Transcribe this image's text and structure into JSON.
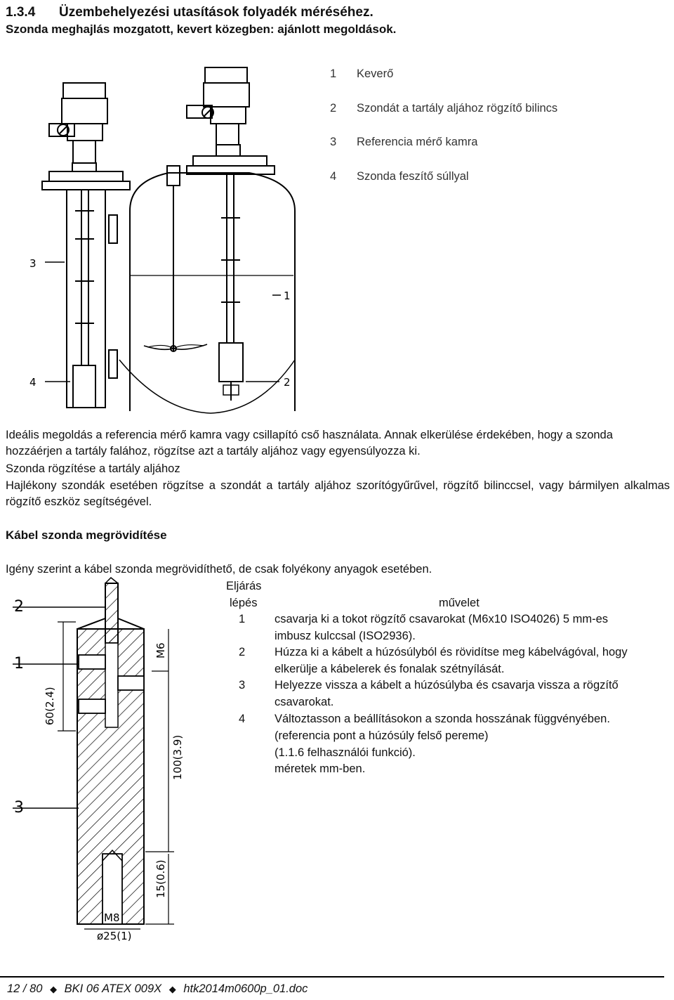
{
  "heading": {
    "number": "1.3.4",
    "title": "Üzembehelyezési utasítások folyadék méréséhez.",
    "subtitle": "Szonda meghajlás mozgatott, kevert közegben: ajánlott megoldások."
  },
  "legend": [
    {
      "num": "1",
      "label": "Keverő"
    },
    {
      "num": "2",
      "label": "Szondát a tartály aljához rögzítő bilincs"
    },
    {
      "num": "3",
      "label": "Referencia mérő kamra"
    },
    {
      "num": "4",
      "label": "Szonda feszítő súllyal"
    }
  ],
  "figure1_callouts": {
    "c3": "3",
    "c4": "4",
    "c1": "1",
    "c2": "2"
  },
  "paragraphs": {
    "p1": "Ideális megoldás a referencia mérő kamra vagy csillapító cső használata. Annak elkerülése érdekében, hogy a szonda hozzáérjen a tartály falához, rögzítse azt a tartály aljához vagy egyensúlyozza ki.",
    "p2": "Szonda rögzítése a tartály aljához",
    "p3": "Hajlékony szondák esetében rögzítse a szondát a tartály aljához szorítógyűrűvel, rögzítő bilinccsel, vagy bármilyen alkalmas rögzítő eszköz segítségével."
  },
  "section2": {
    "title": "Kábel szonda megrövidítése",
    "intro": "Igény szerint a kábel szonda megrövidíthető, de csak folyékony anyagok esetében."
  },
  "procedure": {
    "col_header_1a": "Eljárás",
    "col_header_1b": "lépés",
    "col_header_2": "művelet",
    "steps": [
      {
        "n": "1",
        "text": "csavarja ki a tokot rögzítő csavarokat (M6x10 ISO4026) 5 mm-es imbusz kulccsal (ISO2936)."
      },
      {
        "n": "2",
        "text": "Húzza ki a kábelt a húzósúlyból és rövidítse meg kábelvágóval, hogy elkerülje a kábelerek és fonalak szétnyílását."
      },
      {
        "n": "3",
        "text": "Helyezze vissza a kábelt a húzósúlyba és csavarja vissza a rögzítő csavarokat."
      },
      {
        "n": "4",
        "text": "Változtasson a beállításokon a szonda hosszának függvényében."
      }
    ],
    "extra": [
      "(referencia pont a húzósúly felső pereme)",
      "(1.1.6 felhasználói funkció).",
      "méretek mm-ben."
    ]
  },
  "figure2_labels": {
    "c2": "2",
    "c1": "1",
    "c3": "3",
    "m6": "M6",
    "d60": "60(2.4)",
    "d100": "100(3.9)",
    "d15": "15(0.6)",
    "m8": "M8",
    "d25": "ø25(1)"
  },
  "footer": {
    "page": "12 / 80",
    "cert": "BKI 06 ATEX 009X",
    "doc": "htk2014m0600p_01.doc"
  }
}
